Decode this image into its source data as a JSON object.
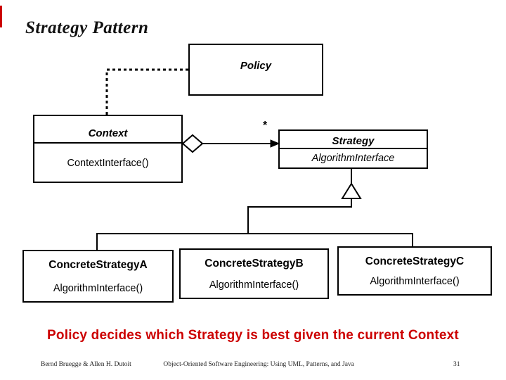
{
  "slide": {
    "title": "Strategy Pattern",
    "caption": "Policy decides which Strategy is best given the current Context",
    "footer_left": "Bernd Bruegge & Allen H. Dutoit",
    "footer_center": "Object-Oriented Software Engineering: Using UML, Patterns, and Java",
    "page_number": "31",
    "accent_color": "#cc0000",
    "line_color": "#000000",
    "background_color": "#ffffff"
  },
  "diagram": {
    "policy": {
      "name": "Policy"
    },
    "context": {
      "name": "Context",
      "operation": "ContextInterface()"
    },
    "strategy": {
      "name": "Strategy",
      "operation": "AlgorithmInterface"
    },
    "multiplicity": "*",
    "concrete": [
      {
        "name": "ConcreteStrategyA",
        "operation": "AlgorithmInterface()"
      },
      {
        "name": "ConcreteStrategyB",
        "operation": "AlgorithmInterface()"
      },
      {
        "name": "ConcreteStrategyC",
        "operation": "AlgorithmInterface()"
      }
    ]
  }
}
